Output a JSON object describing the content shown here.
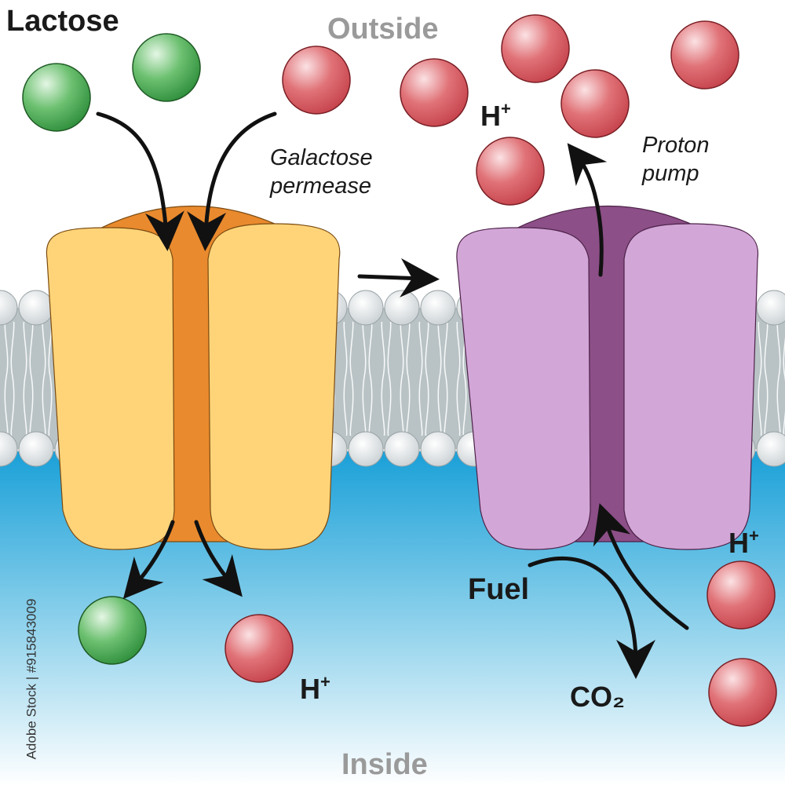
{
  "labels": {
    "lactose": "Lactose",
    "outside": "Outside",
    "inside": "Inside",
    "galactose_permease": "Galactose\npermease",
    "proton_pump": "Proton\npump",
    "h_plus": "H",
    "h_plus_sup": "+",
    "fuel": "Fuel",
    "co2": "CO₂",
    "watermark_id": "Adobe Stock | #915843009"
  },
  "colors": {
    "lactose_ball": "#5cb85c",
    "proton_ball": "#d9575d",
    "permease_outer": "#ffd479",
    "permease_inner": "#e98a2e",
    "pump_outer": "#d3a6d8",
    "pump_inner": "#8c4f87",
    "membrane": "#b9c3c6",
    "inside_water": "#29a7d9"
  }
}
